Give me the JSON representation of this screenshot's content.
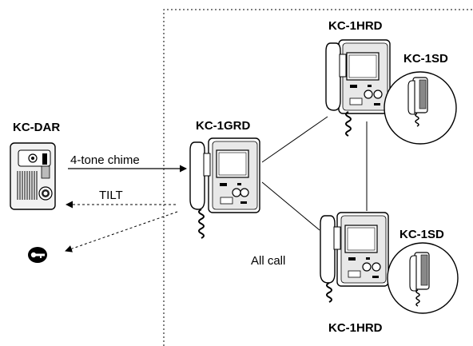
{
  "labels": {
    "door_station": "KC-DAR",
    "master": "KC-1GRD",
    "sub_top": "KC-1HRD",
    "sub_bottom": "KC-1HRD",
    "handset_top": "KC-1SD",
    "handset_bottom": "KC-1SD",
    "chime": "4-tone chime",
    "tilt": "TILT",
    "all_call": "All call"
  },
  "icons": {
    "door_release": "key-icon"
  }
}
